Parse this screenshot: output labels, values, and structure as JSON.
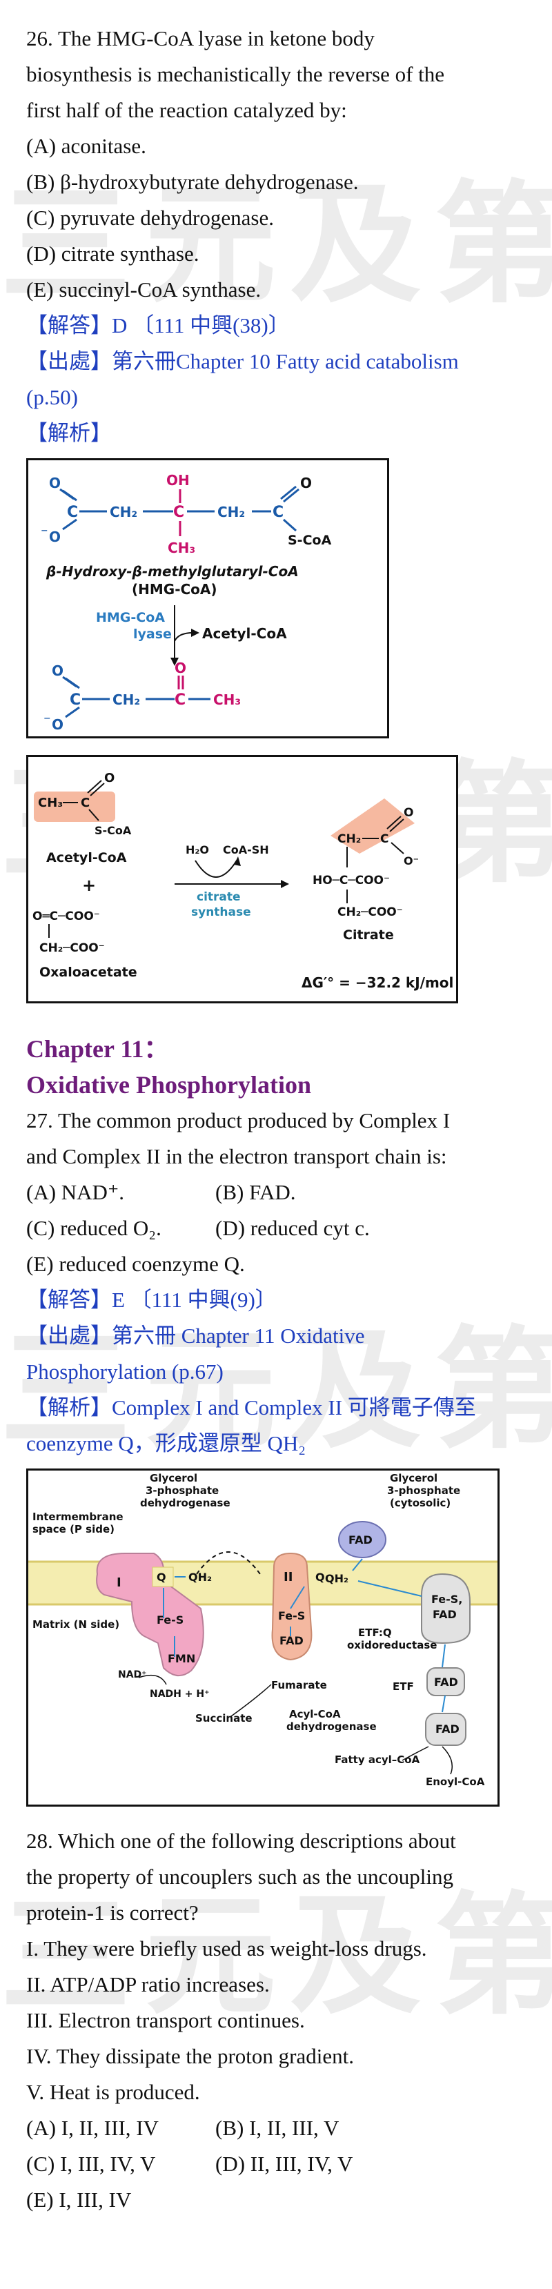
{
  "watermark": "三元及第",
  "q26": {
    "lines": [
      "26.   The HMG-CoA lyase in ketone body",
      "biosynthesis is mechanistically the reverse of the",
      "first half of the reaction catalyzed by:"
    ],
    "options": [
      "(A) aconitase.",
      "(B) β-hydroxybutyrate dehydrogenase.",
      "(C) pyruvate dehydrogenase.",
      "(D) citrate synthase.",
      "(E) succinyl-CoA synthase."
    ],
    "answer": "【解答】D    〔111 中興(38)〕",
    "source_1": "【出處】第六冊Chapter 10 Fatty acid catabolism",
    "source_2": "(p.50)",
    "explain": "【解析】"
  },
  "fig1": {
    "oh": "OH",
    "c_left": "C",
    "ch2_a": "CH₂",
    "c_center": "C",
    "ch2_b": "CH₂",
    "c_right": "C",
    "o_left_top": "O",
    "o_left_bottom": "O",
    "neg": "⁻",
    "o_right": "O",
    "scoa": "S-CoA",
    "ch3": "CH₃",
    "name_1": "β-Hydroxy-β-methylglutaryl-CoA",
    "name_2": "(HMG-CoA)",
    "enzyme_1": "HMG-CoA",
    "enzyme_2": "lyase",
    "product": "Acetyl-CoA",
    "p_o_top": "O",
    "p_o_bottom": "O",
    "p_c1": "C",
    "p_ch2": "CH₂",
    "p_c2": "C",
    "p_ch3": "CH₃",
    "p_o_ketone": "O"
  },
  "fig2": {
    "acetyl_ch3": "CH₃",
    "acetyl_c": "C",
    "acetyl_o": "O",
    "acetyl_scoa": "S-CoA",
    "acetyl_name": "Acetyl-CoA",
    "plus": "+",
    "oxa_top": "O═C─COO⁻",
    "oxa_bottom": "CH₂─COO⁻",
    "oxa_name": "Oxaloacetate",
    "h2o": "H₂O",
    "coash": "CoA-SH",
    "enzyme_1": "citrate",
    "enzyme_2": "synthase",
    "cit_ch2": "CH₂",
    "cit_c": "C",
    "cit_o": "O",
    "cit_ominus": "O⁻",
    "cit_ho": "HO─C─COO⁻",
    "cit_bottom": "CH₂─COO⁻",
    "cit_name": "Citrate",
    "dg": "ΔG′° = −32.2 kJ/mol"
  },
  "chapter": {
    "title_1": "Chapter 11：",
    "title_2": "Oxidative Phosphorylation"
  },
  "q27": {
    "lines": [
      "27.   The common product produced by Complex I",
      "and Complex II in the electron transport chain is:"
    ],
    "opt_a": "(A) NAD⁺.",
    "opt_b": "(B) FAD.",
    "opt_c": "(C) reduced O₂.",
    "opt_d": "(D) reduced cyt c.",
    "opt_e": "(E) reduced coenzyme Q.",
    "answer": "【解答】E    〔111 中興(9)〕",
    "source_1": "【出處】第六冊  Chapter 11 Oxidative",
    "source_2": "Phosphorylation (p.67)",
    "explain_1": "【解析】Complex I and Complex II  可將電子傳至",
    "explain_2": "coenzyme Q，形成還原型  QH₂"
  },
  "fig3": {
    "g3p_dh_1": "Glycerol",
    "g3p_dh_2": "3-phosphate",
    "g3p_dh_3": "dehydrogenase",
    "g3p_cyt_1": "Glycerol",
    "g3p_cyt_2": "3-phosphate",
    "g3p_cyt_3": "(cytosolic)",
    "ims_1": "Intermembrane",
    "ims_2": "space (P side)",
    "matrix": "Matrix (N side)",
    "complex_1": "I",
    "complex_2": "II",
    "q1": "Q",
    "qh2_1": "QH₂",
    "q2": "Q",
    "qh2_2": "QH₂",
    "fes_1": "Fe-S",
    "fmn": "FMN",
    "fes_2": "Fe-S",
    "fad_2": "FAD",
    "fad_top": "FAD",
    "etf_fes": "Fe-S,",
    "etf_fes_fad": "FAD",
    "etfq_1": "ETF:Q",
    "etfq_2": "oxidoreductase",
    "etf": "ETF",
    "etf_fad": "FAD",
    "acyl_fad": "FAD",
    "nad": "NAD⁺",
    "nadh": "NADH + H⁺",
    "succinate": "Succinate",
    "fumarate": "Fumarate",
    "acyl_dh_1": "Acyl-CoA",
    "acyl_dh_2": "dehydrogenase",
    "fatty": "Fatty acyl–CoA",
    "enoyl": "Enoyl-CoA"
  },
  "q28": {
    "lines": [
      "28. Which one of the following descriptions about",
      "the property of uncouplers such as the uncoupling",
      "protein-1 is correct?",
      "I. They were briefly used as weight-loss drugs.",
      "II. ATP/ADP ratio increases.",
      "III. Electron transport continues.",
      "IV. They dissipate the proton gradient.",
      "V. Heat is produced."
    ],
    "opt_a": "(A) I, II, III, IV",
    "opt_b": "(B) I, II, III, V",
    "opt_c": "(C) I, III, IV, V",
    "opt_d": "(D) II, III, IV, V",
    "opt_e": "(E) I, III, IV"
  }
}
